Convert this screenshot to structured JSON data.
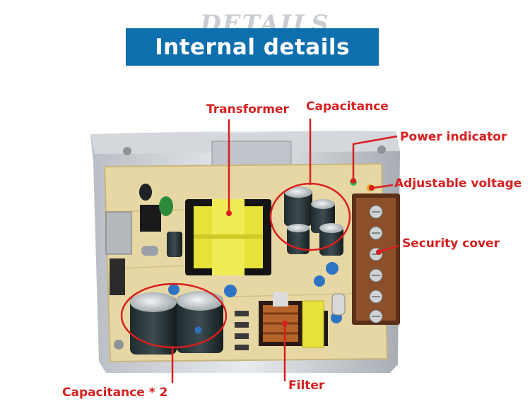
{
  "header": {
    "watermark": "DETAILS",
    "title": "Internal details"
  },
  "colors": {
    "banner": "#0e6fae",
    "callout": "#d81e1e",
    "pcb": "#e7d7a4",
    "transformer": "#e6e23a",
    "terminal": "#8b4f2a"
  },
  "callouts": {
    "transformer": "Transformer",
    "capacitance": "Capacitance",
    "power_indicator": "Power indicator",
    "adjustable_voltage": "Adjustable voltage",
    "security_cover": "Security cover",
    "capacitance_2": "Capacitance * 2",
    "filter": "Filter"
  }
}
